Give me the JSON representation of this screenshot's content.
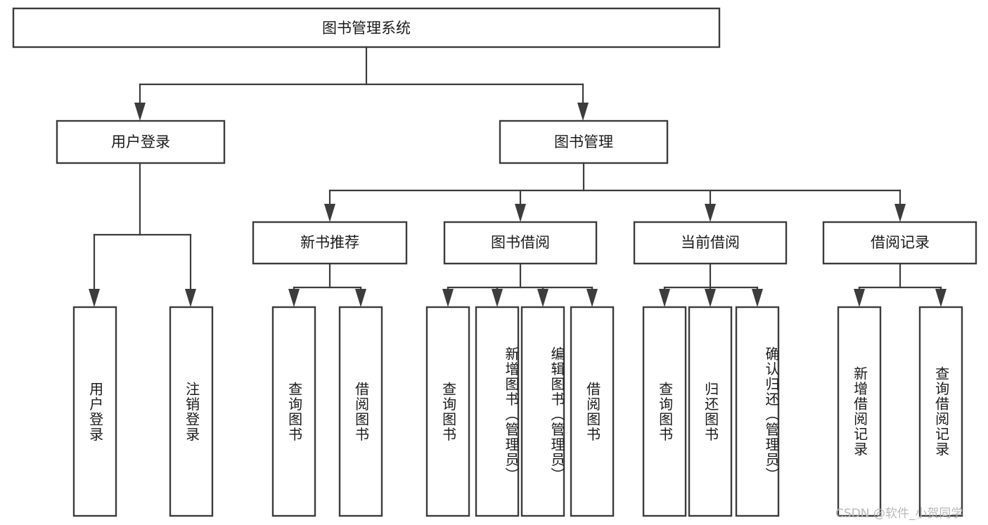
{
  "diagram": {
    "title": "图书管理系统",
    "root": {
      "label": "图书管理系统"
    },
    "level1": [
      {
        "label": "用户登录"
      },
      {
        "label": "图书管理"
      }
    ],
    "level2": [
      {
        "label": "新书推荐"
      },
      {
        "label": "图书借阅"
      },
      {
        "label": "当前借阅"
      },
      {
        "label": "借阅记录"
      }
    ],
    "leaves": {
      "user_login": [
        "用户登录",
        "注销登录"
      ],
      "new_book_recommend": [
        "查询图书",
        "借阅图书"
      ],
      "book_borrow": [
        "查询图书",
        "新增图书（管理员）",
        "编辑图书（管理员）",
        "借阅图书"
      ],
      "current_borrow": [
        "查询图书",
        "归还图书",
        "确认归还（管理员）"
      ],
      "borrow_record": [
        "新增借阅记录",
        "查询借阅记录"
      ]
    },
    "colors": {
      "stroke": "#3c3c3c",
      "fill": "#ffffff",
      "text": "#1a1a1a",
      "watermark": "#b8b8b8"
    }
  },
  "watermark": {
    "text": "CSDN @软件_小贺同学"
  }
}
